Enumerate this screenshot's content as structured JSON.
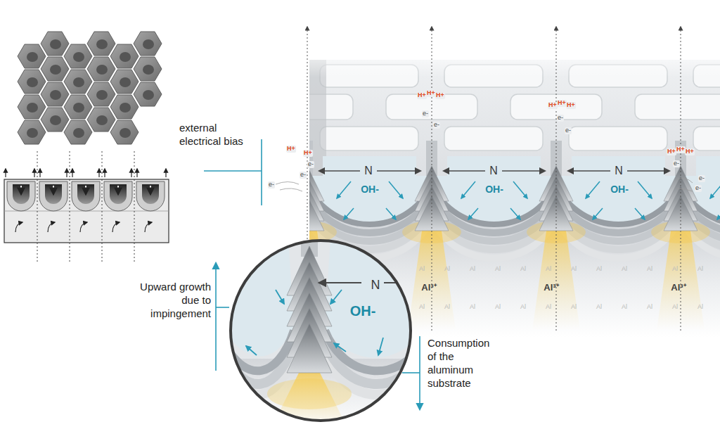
{
  "diagram": {
    "nodes": [
      {
        "text": [
          "N",
          "OH-"
        ]
      }
    ],
    "labels": [
      "external electrical bias",
      "Upward growth due to impingement",
      "Consumption of the aluminum substrate",
      "N",
      "N",
      "N",
      "OH-",
      "OH-",
      "OH-",
      "Al³⁺",
      "Al³⁺",
      "Al³⁺",
      "H+",
      "H+",
      "H+",
      "H+",
      "H+",
      "H+",
      "H+",
      "H+",
      "H+",
      "H+",
      "H+",
      "e-",
      "e-",
      "e-",
      "e-",
      "e-",
      "e-",
      "e-",
      "e-",
      "e-",
      "e-",
      "Al",
      "Al",
      "Al",
      "Al",
      "Al",
      "Al",
      "Al",
      "Al",
      "Al",
      "Al",
      "Al",
      "Al",
      "Al",
      "Al",
      "Al",
      "Al",
      "Al",
      "Al",
      "Al",
      "Al",
      "Al",
      "Al",
      "Al",
      "Al"
    ]
  }
}
